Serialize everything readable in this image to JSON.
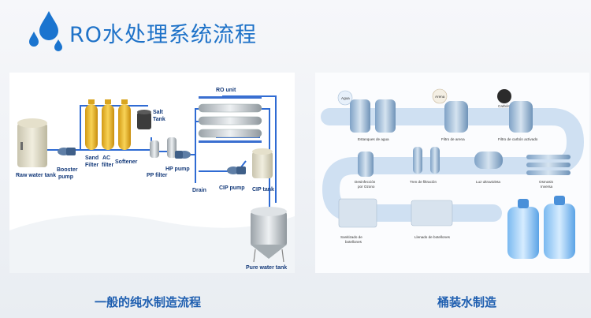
{
  "header": {
    "title": "RO水处理系统流程",
    "logo_icon": "water-drops-icon",
    "accent_color": "#1e72c8"
  },
  "left_panel": {
    "caption": "一般的纯水制造流程",
    "labels": {
      "raw_water_tank": "Raw water tank",
      "booster_pump_1": "Booster",
      "booster_pump_2": "pump",
      "sand_filter_1": "Sand",
      "sand_filter_2": "Filter",
      "ac_filter_1": "AC",
      "ac_filter_2": "filter",
      "softener": "Softener",
      "salt_tank_1": "Salt",
      "salt_tank_2": "Tank",
      "pp_filter": "PP filter",
      "hp_pump": "HP pump",
      "ro_unit": "RO unit",
      "drain": "Drain",
      "cip_pump": "CIP pump",
      "cip_tank": "CIP tank",
      "pure_water_tank": "Pure water tank"
    }
  },
  "right_panel": {
    "caption": "桶装水制造",
    "labels": {
      "agua": "Agua",
      "arena": "Arena",
      "carbon": "Carbón",
      "estanques": "Estanques de agua",
      "filtro_arena": "Filtro de arena",
      "filtro_carbon": "Filtro de carbón activado",
      "desinfeccion_1": "Desinfección",
      "desinfeccion_2": "por Ozono",
      "tren_filtracion": "Tren de filtración",
      "luz_ultravioleta": "Luz ultravioleta",
      "osmosis_1": "Osmosis",
      "osmosis_2": "Inversa",
      "sanitizado_1": "Sanitizado de",
      "sanitizado_2": "botellones",
      "llenado": "Llenado de botellones"
    }
  }
}
